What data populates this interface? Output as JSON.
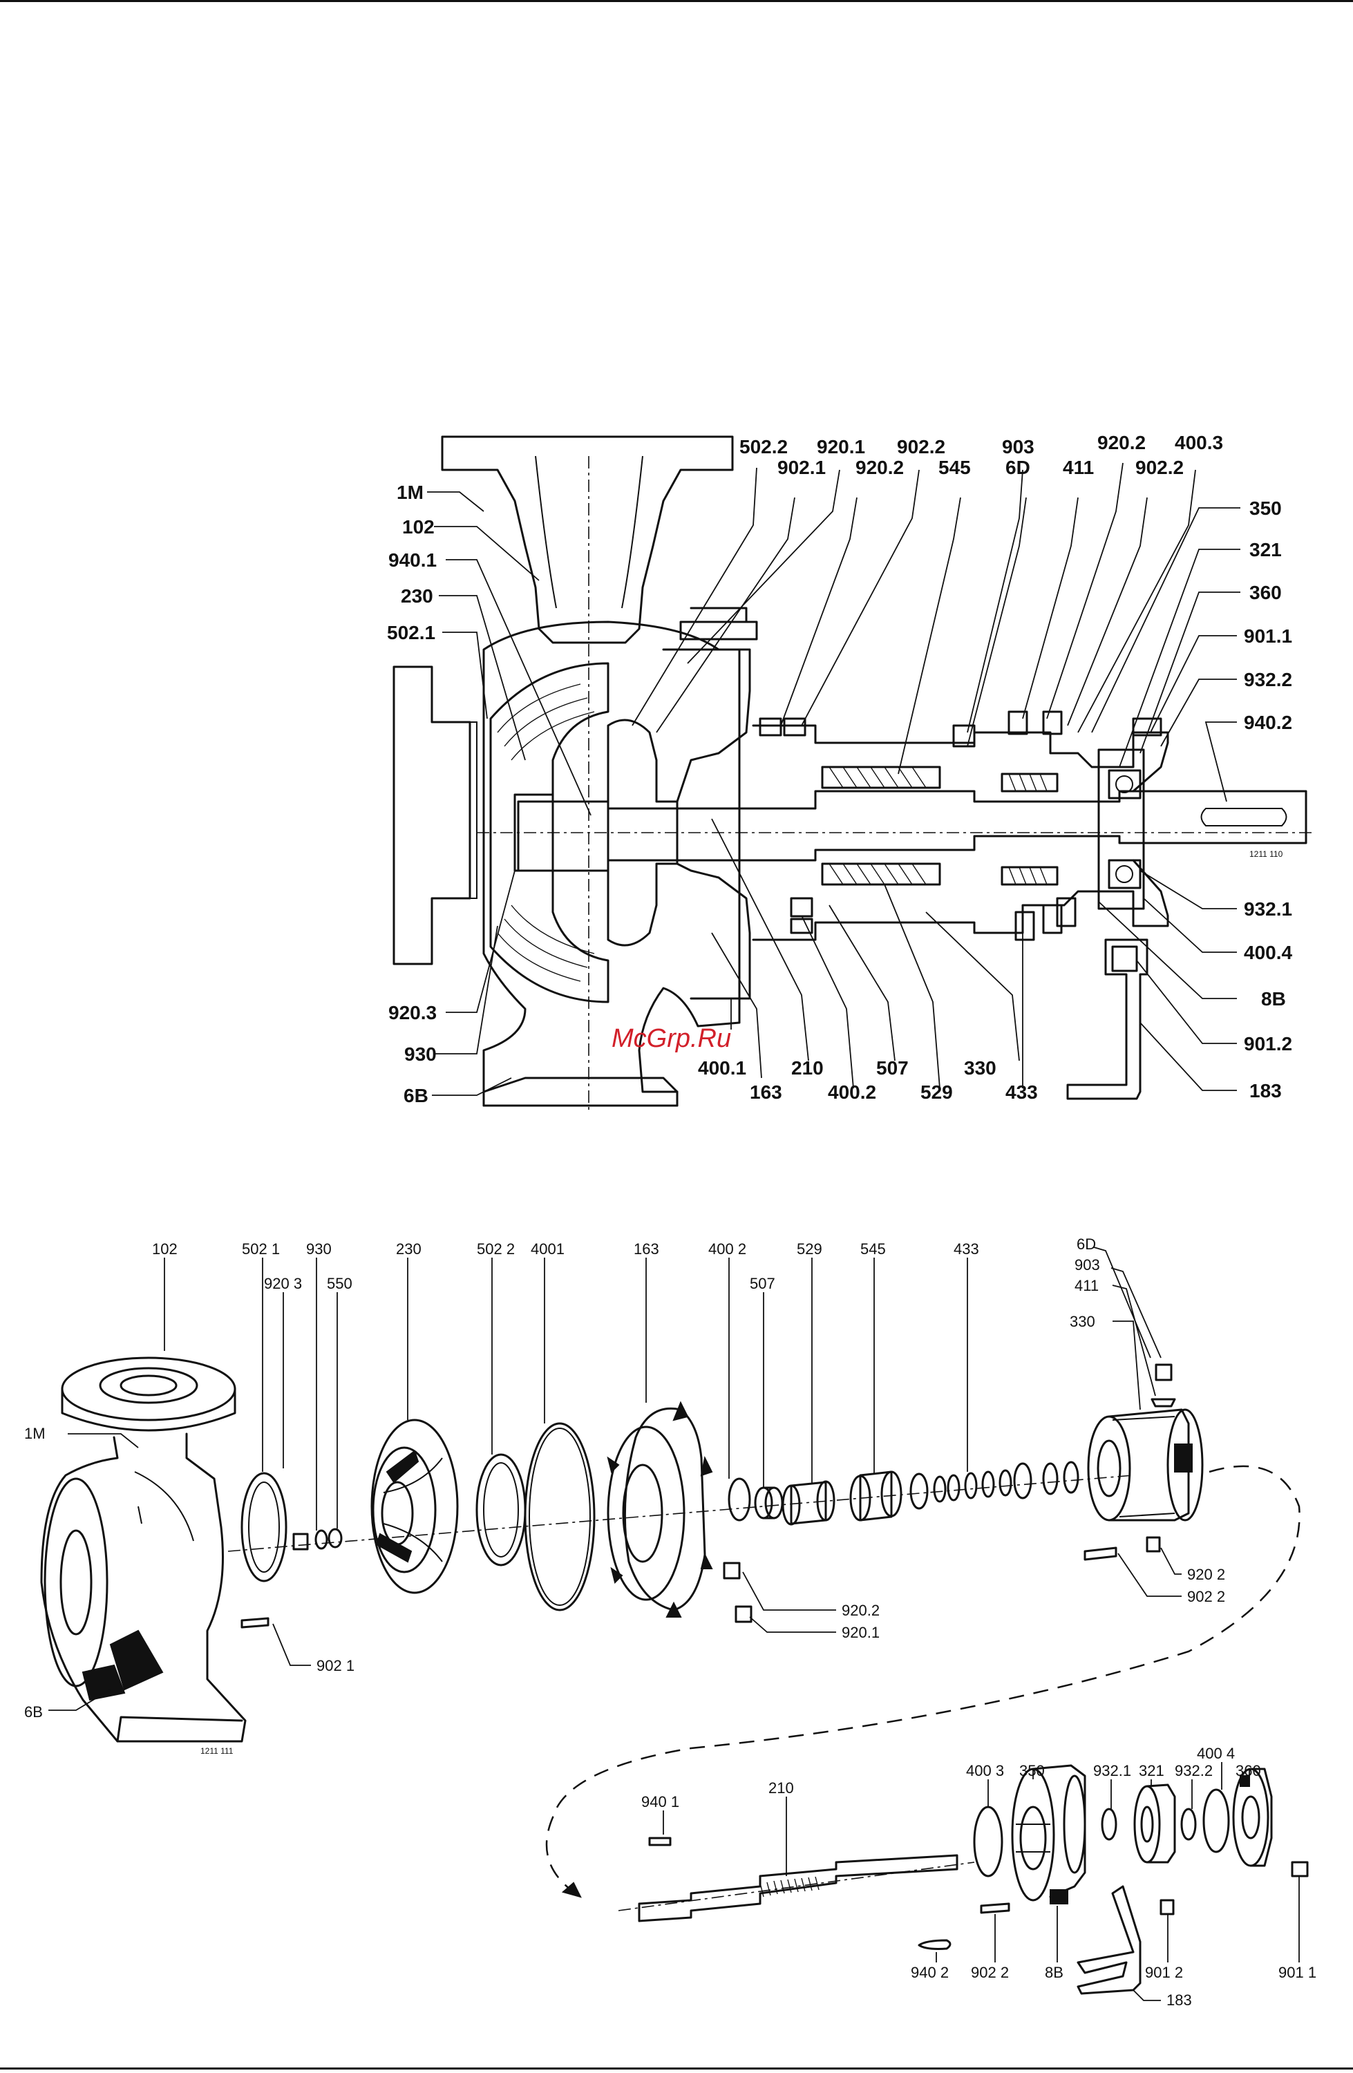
{
  "watermark": "McGrp.Ru",
  "section_view": {
    "drawing_no": "1211 110",
    "labels": [
      {
        "id": "s-1M",
        "text": "1M"
      },
      {
        "id": "s-102",
        "text": "102"
      },
      {
        "id": "s-940.1",
        "text": "940.1"
      },
      {
        "id": "s-230",
        "text": "230"
      },
      {
        "id": "s-502.1",
        "text": "502.1"
      },
      {
        "id": "s-920.3",
        "text": "920.3"
      },
      {
        "id": "s-930",
        "text": "930"
      },
      {
        "id": "s-6B",
        "text": "6B"
      },
      {
        "id": "s-502.2",
        "text": "502.2"
      },
      {
        "id": "s-902.1",
        "text": "902.1"
      },
      {
        "id": "s-920.1",
        "text": "920.1"
      },
      {
        "id": "s-920.2a",
        "text": "920.2"
      },
      {
        "id": "s-902.2a",
        "text": "902.2"
      },
      {
        "id": "s-545",
        "text": "545"
      },
      {
        "id": "s-903",
        "text": "903"
      },
      {
        "id": "s-6D",
        "text": "6D"
      },
      {
        "id": "s-411",
        "text": "411"
      },
      {
        "id": "s-920.2b",
        "text": "920.2"
      },
      {
        "id": "s-902.2b",
        "text": "902.2"
      },
      {
        "id": "s-400.3",
        "text": "400.3"
      },
      {
        "id": "s-350",
        "text": "350"
      },
      {
        "id": "s-321",
        "text": "321"
      },
      {
        "id": "s-360",
        "text": "360"
      },
      {
        "id": "s-901.1",
        "text": "901.1"
      },
      {
        "id": "s-932.2",
        "text": "932.2"
      },
      {
        "id": "s-940.2",
        "text": "940.2"
      },
      {
        "id": "s-932.1",
        "text": "932.1"
      },
      {
        "id": "s-400.4",
        "text": "400.4"
      },
      {
        "id": "s-8B",
        "text": "8B"
      },
      {
        "id": "s-901.2",
        "text": "901.2"
      },
      {
        "id": "s-183",
        "text": "183"
      },
      {
        "id": "s-400.1",
        "text": "400.1"
      },
      {
        "id": "s-163",
        "text": "163"
      },
      {
        "id": "s-210",
        "text": "210"
      },
      {
        "id": "s-400.2",
        "text": "400.2"
      },
      {
        "id": "s-507",
        "text": "507"
      },
      {
        "id": "s-529",
        "text": "529"
      },
      {
        "id": "s-330",
        "text": "330"
      },
      {
        "id": "s-433",
        "text": "433"
      }
    ]
  },
  "exploded_view": {
    "drawing_no": "1211 111",
    "labels": [
      {
        "id": "e-102",
        "text": "102"
      },
      {
        "id": "e-502.1",
        "text": "502 1"
      },
      {
        "id": "e-920.3",
        "text": "920 3"
      },
      {
        "id": "e-930",
        "text": "930"
      },
      {
        "id": "e-550",
        "text": "550"
      },
      {
        "id": "e-230",
        "text": "230"
      },
      {
        "id": "e-502.2",
        "text": "502 2"
      },
      {
        "id": "e-400.1",
        "text": "4001"
      },
      {
        "id": "e-163",
        "text": "163"
      },
      {
        "id": "e-400.2",
        "text": "400 2"
      },
      {
        "id": "e-507",
        "text": "507"
      },
      {
        "id": "e-529",
        "text": "529"
      },
      {
        "id": "e-545",
        "text": "545"
      },
      {
        "id": "e-433",
        "text": "433"
      },
      {
        "id": "e-6D",
        "text": "6D"
      },
      {
        "id": "e-903",
        "text": "903"
      },
      {
        "id": "e-411",
        "text": "411"
      },
      {
        "id": "e-330",
        "text": "330"
      },
      {
        "id": "e-1M",
        "text": "1M"
      },
      {
        "id": "e-6B",
        "text": "6B"
      },
      {
        "id": "e-902.1",
        "text": "902 1"
      },
      {
        "id": "e-920.2",
        "text": "920.2"
      },
      {
        "id": "e-920.1",
        "text": "920.1"
      },
      {
        "id": "e-920.2b",
        "text": "920 2"
      },
      {
        "id": "e-902.2",
        "text": "902 2"
      },
      {
        "id": "e-940.1",
        "text": "940 1"
      },
      {
        "id": "e-210",
        "text": "210"
      },
      {
        "id": "e-940.2",
        "text": "940 2"
      },
      {
        "id": "e-902.2b",
        "text": "902 2"
      },
      {
        "id": "e-8B",
        "text": "8B"
      },
      {
        "id": "e-400.3",
        "text": "400 3"
      },
      {
        "id": "e-350",
        "text": "350"
      },
      {
        "id": "e-932.1",
        "text": "932.1"
      },
      {
        "id": "e-321",
        "text": "321"
      },
      {
        "id": "e-932.2",
        "text": "932.2"
      },
      {
        "id": "e-400.4",
        "text": "400 4"
      },
      {
        "id": "e-360",
        "text": "360"
      },
      {
        "id": "e-901.2",
        "text": "901 2"
      },
      {
        "id": "e-901.1",
        "text": "901 1"
      },
      {
        "id": "e-183",
        "text": "183"
      }
    ]
  }
}
